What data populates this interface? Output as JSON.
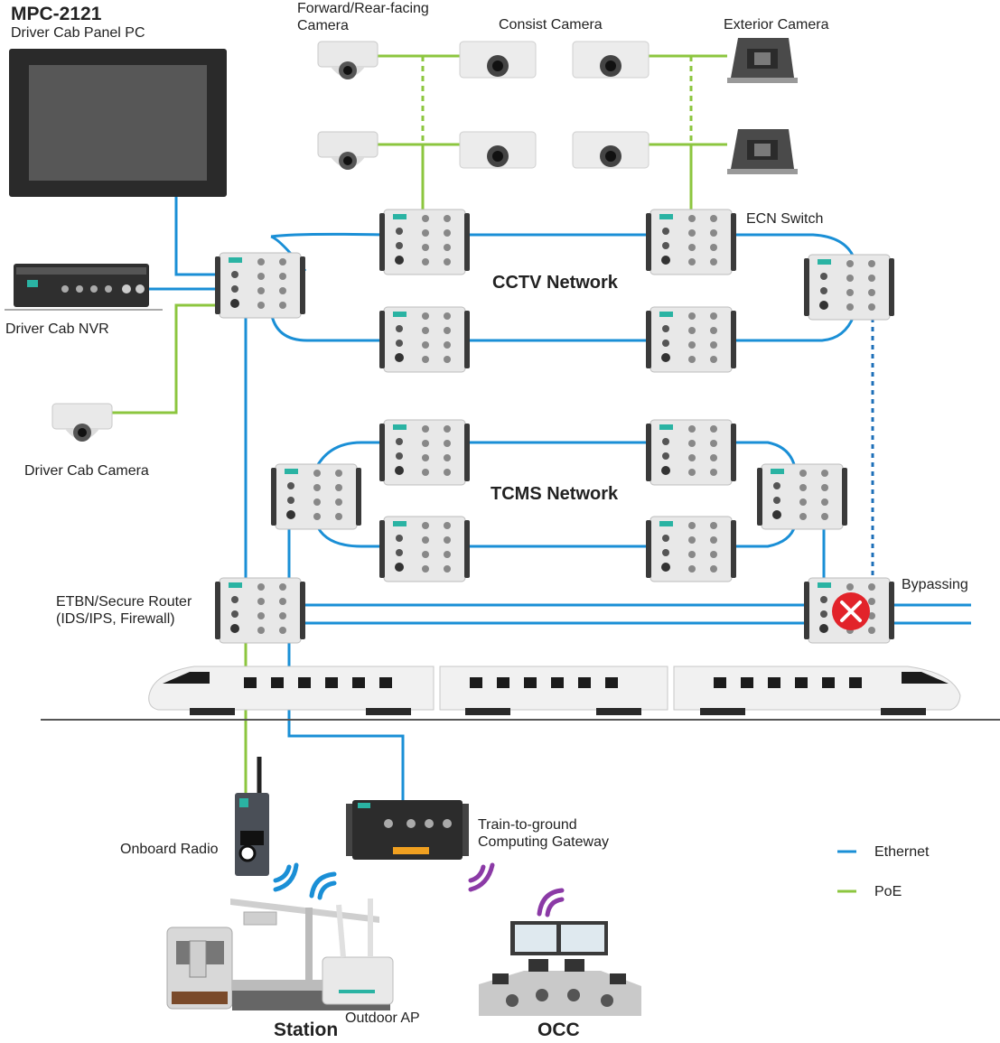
{
  "title": {
    "model": "MPC-2121",
    "subtitle": "Driver Cab Panel PC"
  },
  "labels": {
    "nvr": "Driver Cab NVR",
    "driver_cam": "Driver Cab Camera",
    "fr_camera": "Forward/Rear-facing\nCamera",
    "consist_camera": "Consist Camera",
    "exterior_camera": "Exterior Camera",
    "ecn_switch": "ECN Switch",
    "cctv_network": "CCTV Network",
    "tcms_network": "TCMS Network",
    "etbn": "ETBN/Secure Router\n(IDS/IPS, Firewall)",
    "bypassing": "Bypassing",
    "onboard_radio": "Onboard Radio",
    "gateway": "Train-to-ground\nComputing Gateway",
    "outdoor_ap": "Outdoor AP",
    "station": "Station",
    "occ": "OCC"
  },
  "legend": [
    {
      "label": "Ethernet",
      "color": "#1a8fd6",
      "kind": "ethernet"
    },
    {
      "label": "PoE",
      "color": "#8cc63f",
      "kind": "poe"
    }
  ],
  "colors": {
    "ethernet": "#1a8fd6",
    "ethernet_dark": "#1d6fb8",
    "poe": "#8cc63f",
    "switch_body": "#e7e7e7",
    "brand_accent": "#2ab3a3",
    "wifi_blue": "#1a8fd6",
    "wifi_purple": "#8b3aa6",
    "error_red": "#e2232a"
  },
  "icons": {
    "failed_switch": "error-x-icon",
    "wireless": "wifi-signal-icon"
  }
}
